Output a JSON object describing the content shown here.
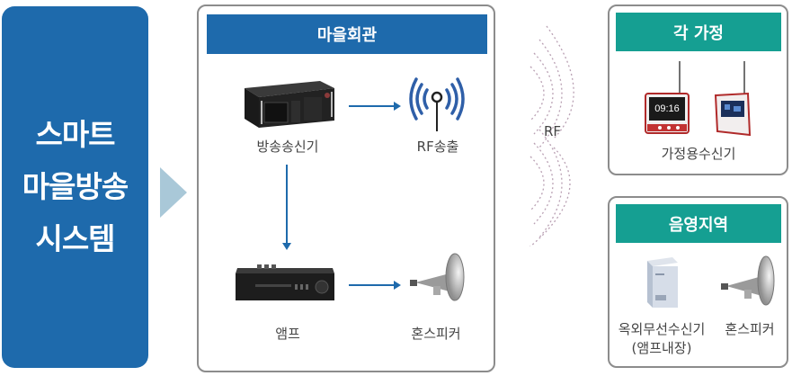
{
  "title_panel": {
    "lines": [
      "스마트",
      "마을방송",
      "시스템"
    ],
    "color": "#1e6aac"
  },
  "village_hall": {
    "header": "마을회관",
    "header_color": "#1e6aac",
    "devices": {
      "transmitter": {
        "label": "방송송신기",
        "icon": "broadcast-transmitter-icon"
      },
      "rf_output": {
        "label": "RF송출",
        "icon": "antenna-signal-icon"
      },
      "amplifier": {
        "label": "앰프",
        "icon": "amplifier-icon"
      },
      "horn_speaker": {
        "label": "혼스피커",
        "icon": "horn-speaker-icon"
      }
    }
  },
  "rf_link": {
    "label": "RF"
  },
  "each_home": {
    "header": "각 가정",
    "header_color": "#159f92",
    "device_label": "가정용수신기",
    "clock_display": "09:16"
  },
  "shadow_area": {
    "header": "음영지역",
    "header_color": "#159f92",
    "outdoor_receiver_label": "옥외무선수신기",
    "outdoor_receiver_sublabel": "(앰프내장)",
    "horn_speaker_label": "혼스피커"
  }
}
